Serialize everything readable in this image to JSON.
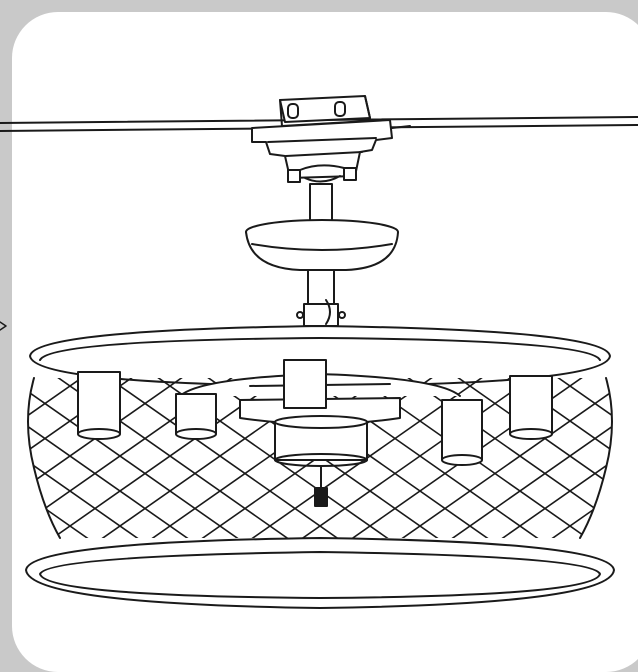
{
  "figure": {
    "subject": "",
    "parts": [
      "ceiling-joist",
      "junction-box",
      "mounting-bracket",
      "downrod",
      "canopy",
      "downrod-coupler",
      "lattice-cage",
      "light-sockets",
      "motor-housing",
      "pull-chain"
    ]
  },
  "colors": {
    "frame": "#c9c9c9",
    "panel": "#ffffff",
    "line": "#1a1a1a"
  }
}
